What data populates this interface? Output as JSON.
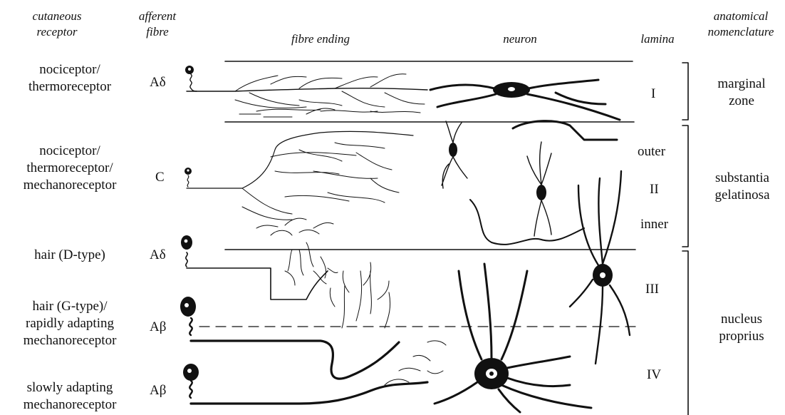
{
  "headers": {
    "receptor_l1": "cutaneous",
    "receptor_l2": "receptor",
    "fibre_l1": "afferent",
    "fibre_l2": "fibre",
    "ending": "fibre ending",
    "neuron": "neuron",
    "lamina": "lamina",
    "anat_l1": "anatomical",
    "anat_l2": "nomenclature"
  },
  "rows": [
    {
      "receptor": [
        "nociceptor/",
        "thermoreceptor"
      ],
      "fibre": "Aδ"
    },
    {
      "receptor": [
        "nociceptor/",
        "thermoreceptor/",
        "mechanoreceptor"
      ],
      "fibre": "C"
    },
    {
      "receptor": [
        "hair (D-type)"
      ],
      "fibre": "Aδ"
    },
    {
      "receptor": [
        "hair (G-type)/",
        "rapidly adapting",
        "mechanoreceptor"
      ],
      "fibre": "Aβ"
    },
    {
      "receptor": [
        "slowly adapting",
        "mechanoreceptor"
      ],
      "fibre": "Aβ"
    }
  ],
  "laminae": {
    "I": "I",
    "outer": "outer",
    "II": "II",
    "inner": "inner",
    "III": "III",
    "IV": "IV"
  },
  "anatomy": {
    "marginal": [
      "marginal",
      "zone"
    ],
    "substantia": [
      "substantia",
      "gelatinosa"
    ],
    "nucleus": [
      "nucleus",
      "proprius"
    ]
  }
}
